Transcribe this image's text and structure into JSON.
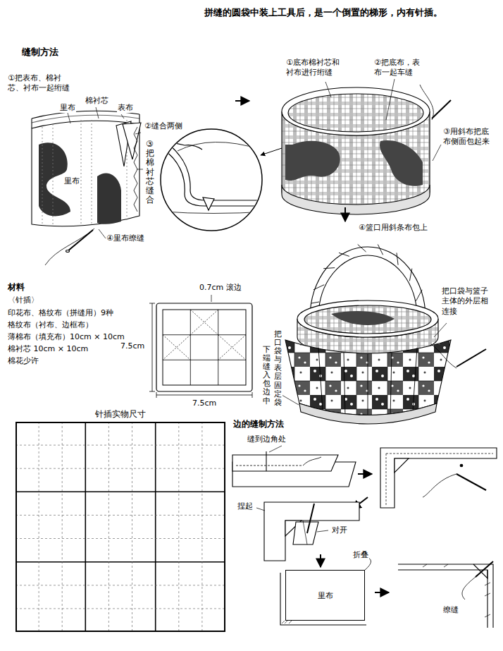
{
  "diagram": {
    "title": "拼缝的圆袋中装上工具后，是一个倒置的梯形，内有针插。",
    "nodes": [
      {
        "text": [
          "针插实物尺寸"
        ]
      },
      {
        "text": [
          "里布"
        ]
      }
    ],
    "labels": [
      "缝制方法",
      "①把表布、棉衬芯、衬布一起绗缝",
      "里布",
      "棉衬芯",
      "表布",
      "②缝合两侧",
      "③把棉衬芯缝合",
      "里布",
      "④里布缭缝",
      "①底布棉衬芯和衬布进行绗缝",
      "②把底布，表布一起车缝",
      "③用斜布把底布侧面包起来",
      "④篮口用斜条布包上",
      "把口袋与篮子主体的外层相连接",
      "把口袋与表层固定袋",
      "下端缝入包边中",
      "材料",
      "〈针插〉",
      "印花布、格纹布（拼缝用）9种",
      "格纹布（衬布、边框布）",
      "薄棉布（填充布）10cm × 10cm",
      "棉衬芯 10cm × 10cm",
      "棉花少许",
      "0.7cm 滚边",
      "7.5cm",
      "7.5cm",
      "边的缝制方法",
      "缝到边角处",
      "捏起",
      "对开",
      "折叠",
      "缭缝"
    ]
  }
}
